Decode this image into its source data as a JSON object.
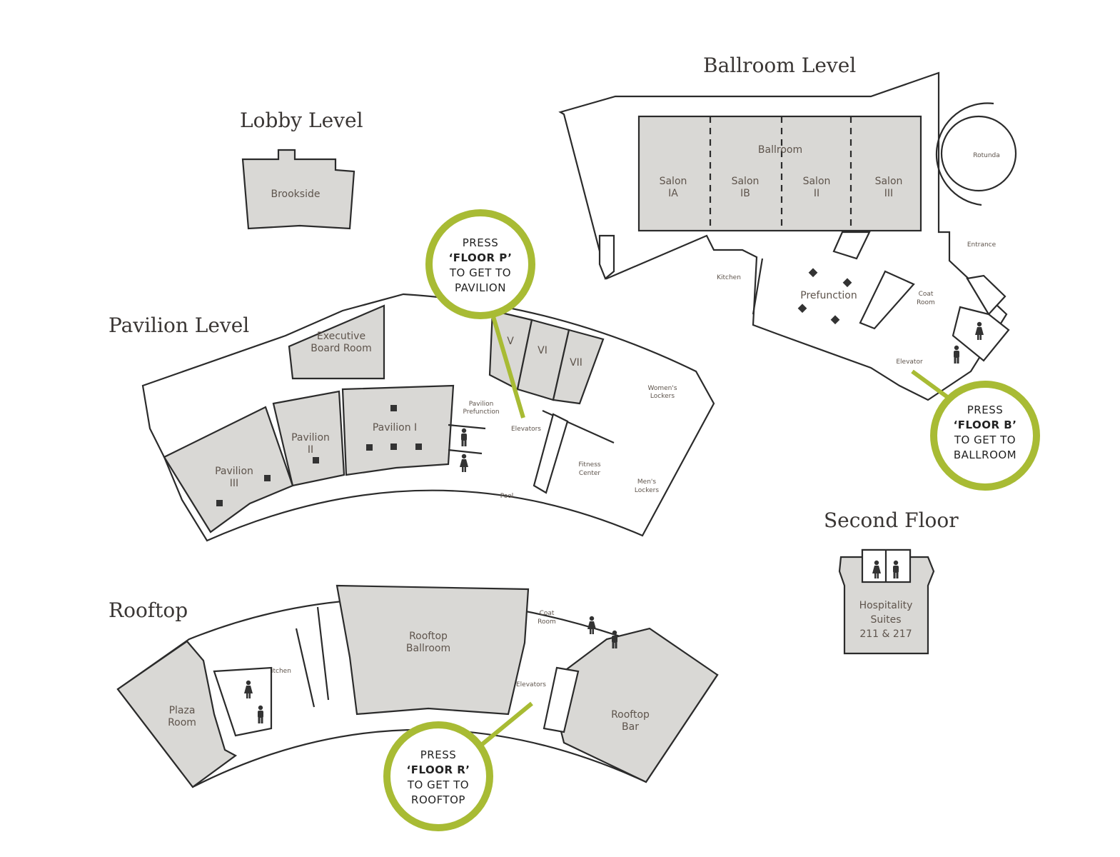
{
  "levels": {
    "lobby": {
      "title": "Lobby Level",
      "rooms": {
        "brookside": "Brookside"
      }
    },
    "ballroom": {
      "title": "Ballroom Level",
      "rooms": {
        "ballroom": "Ballroom",
        "salon_ia": [
          "Salon",
          "IA"
        ],
        "salon_ib": [
          "Salon",
          "IB"
        ],
        "salon_ii": [
          "Salon",
          "II"
        ],
        "salon_iii": [
          "Salon",
          "III"
        ],
        "rotunda": "Rotunda",
        "entrance": "Entrance",
        "kitchen": "Kitchen",
        "prefunction": "Prefunction",
        "coat_room": [
          "Coat",
          "Room"
        ],
        "elevator": "Elevator"
      }
    },
    "pavilion": {
      "title": "Pavilion Level",
      "rooms": {
        "executive_board_room": [
          "Executive",
          "Board Room"
        ],
        "v": "V",
        "vi": "VI",
        "vii": "VII",
        "womens_lockers": [
          "Women's",
          "Lockers"
        ],
        "pavilion_prefunction": [
          "Pavilion",
          "Prefunction"
        ],
        "elevators": "Elevators",
        "pavilion_i": "Pavilion I",
        "pavilion_ii": [
          "Pavilion",
          "II"
        ],
        "pavilion_iii": [
          "Pavilion",
          "III"
        ],
        "fitness_center": [
          "Fitness",
          "Center"
        ],
        "mens_lockers": [
          "Men's",
          "Lockers"
        ],
        "pool": "Pool"
      }
    },
    "second_floor": {
      "title": "Second Floor",
      "rooms": {
        "hospitality": [
          "Hospitality",
          "Suites",
          "211 & 217"
        ]
      }
    },
    "rooftop": {
      "title": "Rooftop",
      "rooms": {
        "plaza_room": [
          "Plaza",
          "Room"
        ],
        "kitchen": "Kitchen",
        "rooftop_ballroom": [
          "Rooftop",
          "Ballroom"
        ],
        "coat_room": [
          "Coat",
          "Room"
        ],
        "elevators": "Elevators",
        "rooftop_bar": [
          "Rooftop",
          "Bar"
        ]
      }
    }
  },
  "callouts": {
    "pavilion": [
      "PRESS",
      "‘FLOOR P’",
      "TO GET TO",
      "PAVILION"
    ],
    "ballroom": [
      "PRESS",
      "‘FLOOR B’",
      "TO GET TO",
      "BALLROOM"
    ],
    "rooftop": [
      "PRESS",
      "‘FLOOR R’",
      "TO GET TO",
      "ROOFTOP"
    ]
  },
  "colors": {
    "accent": "#a8bb34",
    "room_fill": "#d9d8d5"
  }
}
